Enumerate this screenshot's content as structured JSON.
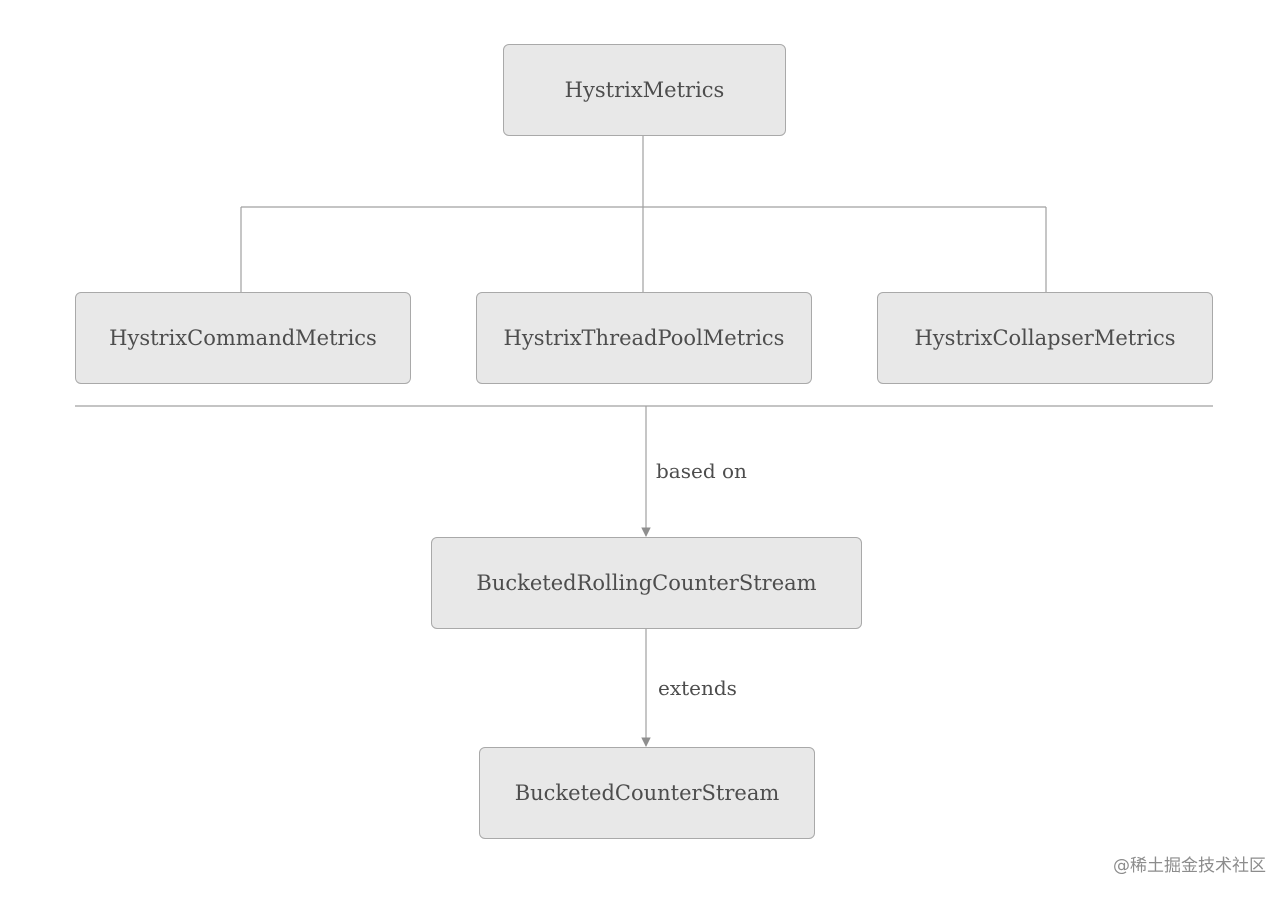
{
  "nodes": {
    "root": "HystrixMetrics",
    "command": "HystrixCommandMetrics",
    "threadpool": "HystrixThreadPoolMetrics",
    "collapser": "HystrixCollapserMetrics",
    "rolling": "BucketedRollingCounterStream",
    "base": "BucketedCounterStream"
  },
  "edge_labels": {
    "based_on": "based on",
    "extends": "extends"
  },
  "watermark": "@稀土掘金技术社区",
  "colors": {
    "node_fill": "#e8e8e8",
    "node_border": "#a9a9a9",
    "line": "#a0a0a0",
    "text": "#4d4d4d"
  }
}
